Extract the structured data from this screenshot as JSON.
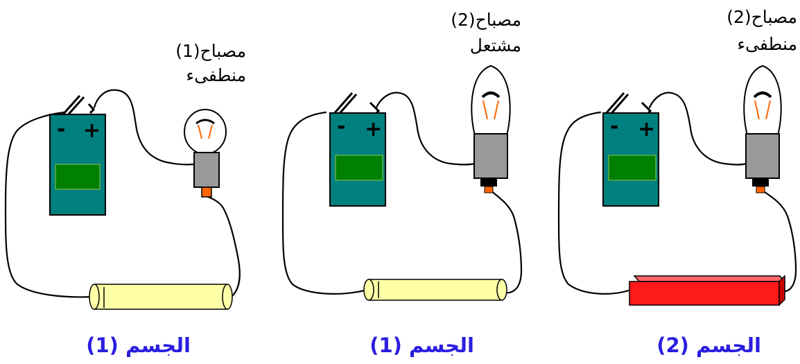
{
  "panels": [
    {
      "lamp_label": {
        "line1": "مصباح(1)",
        "line2": "منطفىء"
      },
      "caption": "الجسم (1)",
      "lamp_state": "off",
      "body_color": "#ffffa8"
    },
    {
      "lamp_label": {
        "line1": "مصباح(2)",
        "line2": "مشتعل"
      },
      "caption": "الجسم (1)",
      "lamp_state": "on",
      "body_color": "#ffffa8"
    },
    {
      "lamp_label": {
        "line1": "مصباح(2)",
        "line2": "منطفىء"
      },
      "caption": "الجسم (2)",
      "lamp_state": "off",
      "body_color": "#ff1a1a"
    }
  ],
  "battery": {
    "minus": "-",
    "plus": "+"
  },
  "colors": {
    "battery": "#00807f",
    "battery_window": "#008000",
    "lamp_base": "#999999",
    "lamp_tip": "#ff6600",
    "filament": "#ff6600",
    "caption": "#2a1ee0",
    "cylinder": "#ffffa8",
    "block": "#ff1a1a"
  }
}
